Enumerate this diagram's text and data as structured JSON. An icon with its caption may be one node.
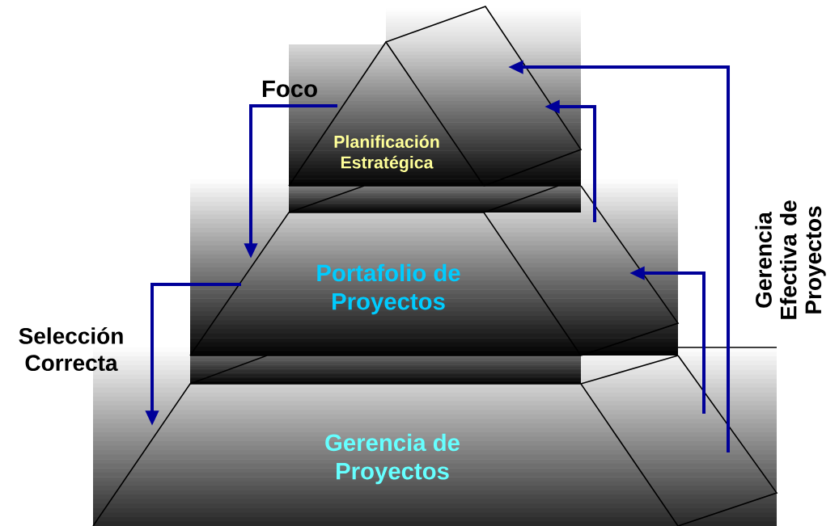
{
  "diagram": {
    "nodes": [
      {
        "text": [
          "Planificación Estratégica"
        ]
      },
      {
        "text": [
          "Portafolio de Proyectos"
        ]
      },
      {
        "text": [
          "Gerencia de Proyectos"
        ]
      }
    ],
    "edges": [
      {
        "from": 0,
        "to": 1,
        "arrow": "to",
        "label": "Foco"
      },
      {
        "from": 1,
        "to": 2,
        "arrow": "to",
        "label": "Selección Correcta"
      },
      {
        "from": 2,
        "to": 0,
        "arrow": "to"
      },
      {
        "from": 1,
        "to": 0,
        "arrow": "to"
      },
      {
        "from": 2,
        "to": 1,
        "arrow": "to"
      }
    ],
    "labels": [
      "Gerencia Efectiva de Proyectos"
    ]
  }
}
